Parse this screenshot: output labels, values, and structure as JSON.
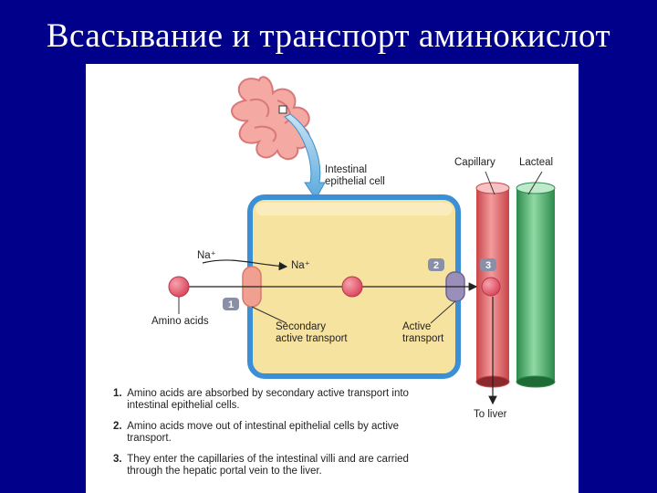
{
  "slide": {
    "title": "Всасывание и транспорт аминокислот"
  },
  "labels": {
    "intestinal_cell": "Intestinal\nepithelial cell",
    "capillary": "Capillary",
    "lacteal": "Lacteal",
    "na_outside": "Na⁺",
    "na_inside": "Na⁺",
    "amino_acids": "Amino acids",
    "secondary_transport": "Secondary\nactive transport",
    "active_transport": "Active\ntransport",
    "to_liver": "To liver",
    "badge_1": "1",
    "badge_2": "2",
    "badge_3": "3"
  },
  "steps": [
    {
      "num": "1.",
      "text": "Amino acids are absorbed by secondary active transport into intestinal epithelial cells."
    },
    {
      "num": "2.",
      "text": "Amino acids move out of intestinal epithelial cells by active transport."
    },
    {
      "num": "3.",
      "text": "They enter the capillaries of the intestinal villi and are carried through the hepatic portal vein to the liver."
    }
  ],
  "colors": {
    "background": "#00008b",
    "cell_fill": "#f7e3a0",
    "cell_border": "#3a8fd6",
    "capillary": "#e8787a",
    "lacteal": "#45b06a",
    "amino_acid": "#e8596a",
    "transporter_secondary": "#f0a090",
    "transporter_active": "#9a8fb8",
    "badge": "#8a8fa8"
  }
}
